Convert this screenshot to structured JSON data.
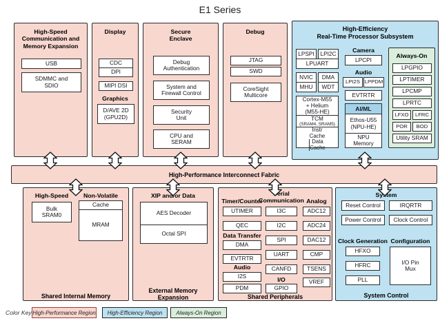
{
  "title": "E1 Series",
  "icons": {
    "connector": "vertical-double-arrow"
  },
  "colors": {
    "high_performance_region": "#f8d7cf",
    "high_efficiency_region": "#bee2f1",
    "always_on_region": "#d9eedc"
  },
  "fabric": {
    "label": "High-Performance Interconnect Fabric"
  },
  "top": {
    "hscme": {
      "title": "High-Speed\nCommunication and\nMemory Expansion",
      "usb": "USB",
      "sdmmc": "SDMMC and\nSDIO"
    },
    "display": {
      "title": "Display",
      "cdc": "CDC",
      "dpi": "DPI",
      "mipi": "MIPI DSI",
      "graphics_label": "Graphics",
      "gpu": "D/AVE 2D\n(GPU2D)"
    },
    "secure": {
      "title": "Secure\nEnclave",
      "debug_auth": "Debug\nAuthentication",
      "firewall": "System and\nFirewall Control",
      "security_unit": "Security\nUnit",
      "cpu_seram": "CPU and\nSERAM"
    },
    "debug": {
      "title": "Debug",
      "jtag": "JTAG",
      "swd": "SWD",
      "coresight": "CoreSight\nMulticore"
    },
    "he": {
      "title": "High-Efficiency\nReal-Time Processor Subsystem",
      "lpspi": "LPSPI",
      "lpi2c": "LPI2C",
      "lpuart": "LPUART",
      "nvic": "NVIC",
      "dma": "DMA",
      "mhu": "MHU",
      "wdt": "WDT",
      "cortex": "Cortex-M55\n+ Helium\n(M55-HE)",
      "tcm": "TCM",
      "tcm_sub": "(SRAM4, SRAM5)",
      "instr_cache": "Instr\nCache",
      "data_cache": "Data\nCache",
      "camera_label": "Camera",
      "lpcpi": "LPCPI",
      "audio_label": "Audio",
      "lpi2s": "LPI2S",
      "lppdm": "LPPDM",
      "evtrtr": "EVTRTR",
      "aiml_label": "AI/ML",
      "ethos": "Ethos-U55\n(NPU-HE)",
      "npu_memory": "NPU\nMemory",
      "always_on": {
        "title": "Always-On",
        "lpgpio": "LPGPIO",
        "lptimer": "LPTIMER",
        "lpcmp": "LPCMP",
        "lprtc": "LPRTC",
        "lfxo": "LFXO",
        "lfrc": "LFRC",
        "por": "POR",
        "bod": "BOD",
        "utility_sram": "Utility SRAM"
      }
    }
  },
  "bottom": {
    "sim": {
      "hs_label": "High-Speed",
      "nv_label": "Non-Volatile",
      "bulk_sram": "Bulk\nSRAM0",
      "cache": "Cache",
      "mram": "MRAM",
      "footer": "Shared Internal Memory"
    },
    "eme": {
      "xip_label": "XIP and/or Data",
      "aes": "AES Decoder",
      "octal_spi": "Octal SPI",
      "footer": "External Memory\nExpansion"
    },
    "sp": {
      "timer_label": "Timer/Counter",
      "utimer": "UTIMER",
      "qec": "QEC",
      "dt_label": "Data Transfer",
      "dma": "DMA",
      "evtrtr": "EVTRTR",
      "audio_label": "Audio",
      "i2s": "I2S",
      "pdm": "PDM",
      "serial_label": "Serial\nCommunication",
      "i3c": "I3C",
      "i2c": "I2C",
      "spi": "SPI",
      "uart": "UART",
      "canfd": "CANFD",
      "io_label": "I/O",
      "gpio": "GPIO",
      "analog_label": "Analog",
      "adc12": "ADC12",
      "adc24": "ADC24",
      "dac12": "DAC12",
      "cmp": "CMP",
      "tsens": "TSENS",
      "vref": "VREF",
      "footer": "Shared Peripherals"
    },
    "sc": {
      "system_label": "System",
      "reset": "Reset Control",
      "irqrtr": "IRQRTR",
      "power": "Power Control",
      "clock_ctrl": "Clock Control",
      "clockgen_label": "Clock Generation",
      "hfxo": "HFXO",
      "hfrc": "HFRC",
      "pll": "PLL",
      "config_label": "Configuration",
      "pinmux": "I/O Pin\nMux",
      "footer": "System Control"
    }
  },
  "color_key": {
    "label": "Color Key:",
    "items": [
      {
        "label": "High-Performance Region",
        "fill": "#f8d7cf"
      },
      {
        "label": "High-Efficiency Region",
        "fill": "#bee2f1"
      },
      {
        "label": "Always-On Region",
        "fill": "#d9eedc"
      }
    ]
  }
}
